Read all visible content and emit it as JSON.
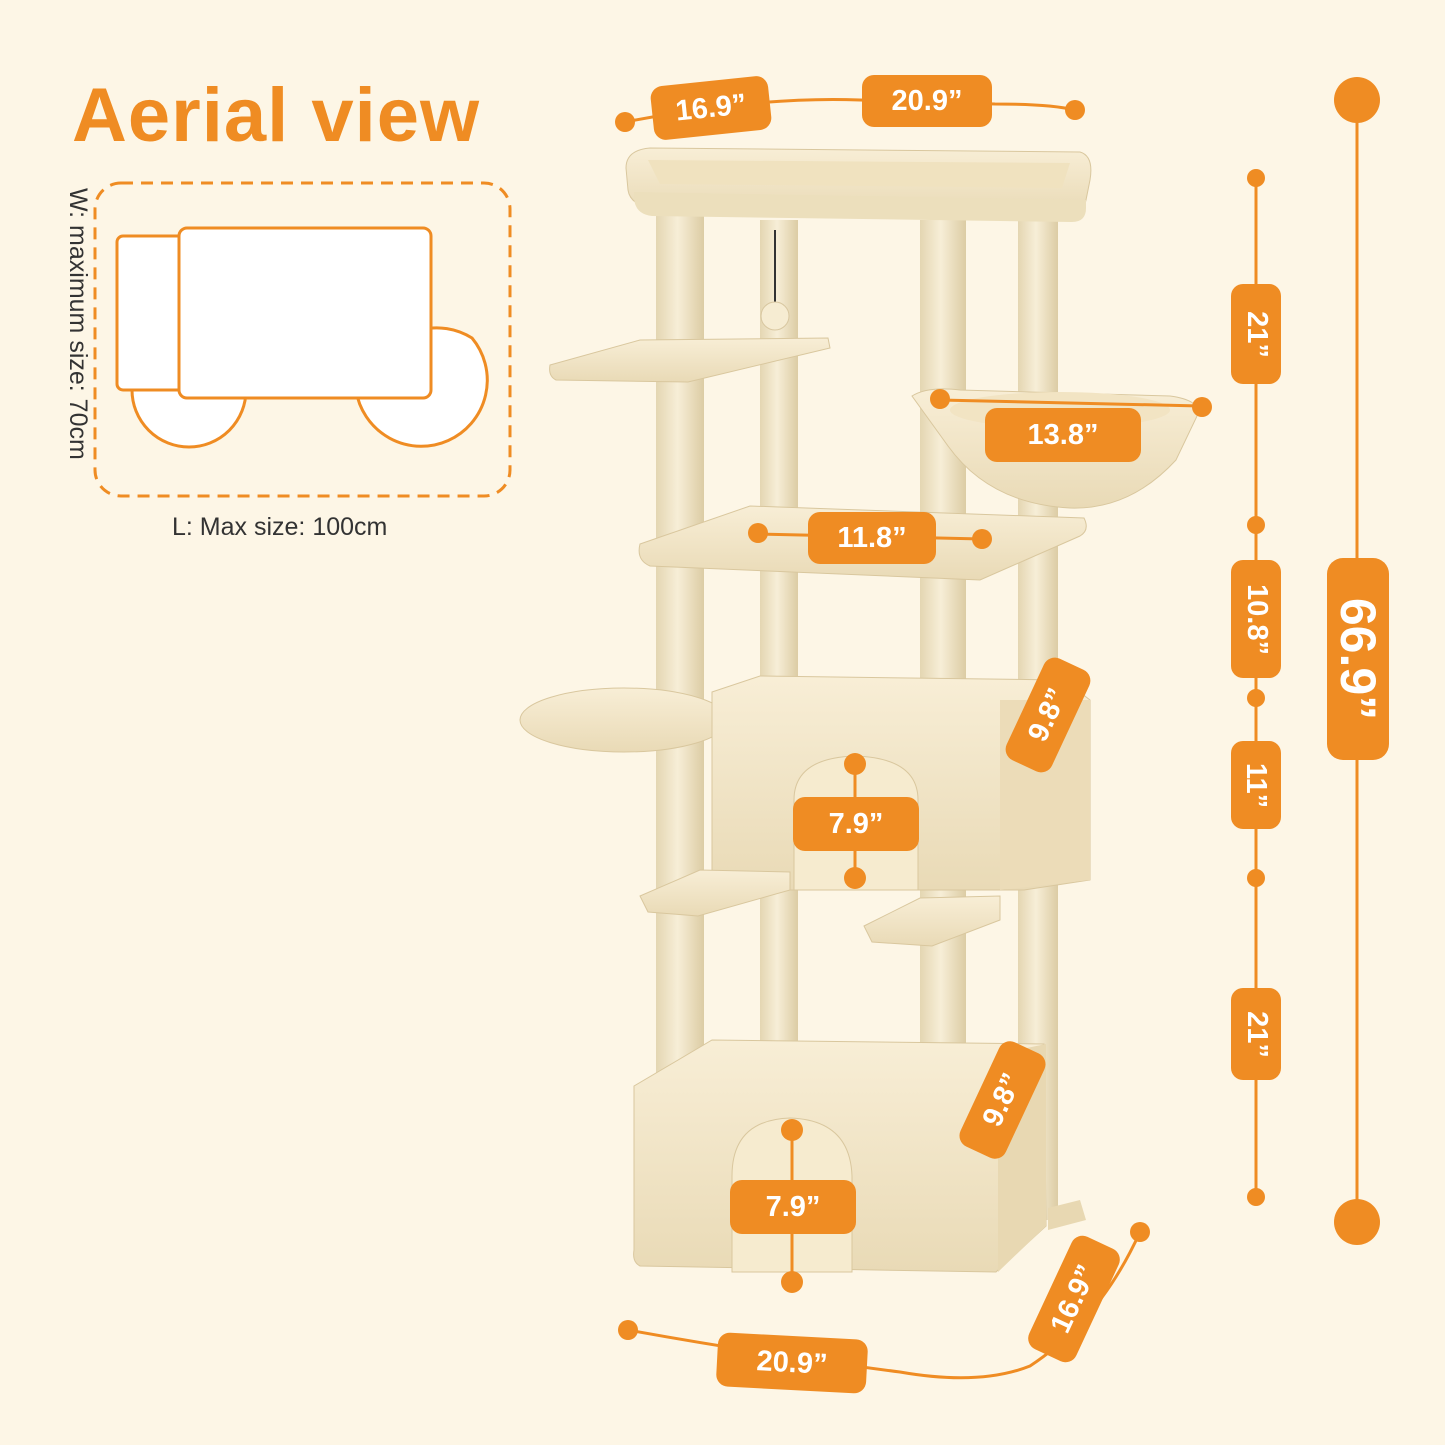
{
  "heading": "Aerial view",
  "aerial": {
    "length_label": "L: Max size: 100cm",
    "width_label": "W: maximum size: 70cm"
  },
  "dimensions": {
    "top_depth": "16.9”",
    "top_width": "20.9”",
    "hammock": "13.8”",
    "platform_hole": "11.8”",
    "condo_upper_depth": "9.8”",
    "condo_upper_door": "7.9”",
    "condo_lower_depth": "9.8”",
    "condo_lower_door": "7.9”",
    "base_width": "20.9”",
    "base_depth": "16.9”",
    "seg_top": "21”",
    "seg_mid": "10.8”",
    "seg_condo": "11”",
    "seg_bottom": "21”",
    "total_height": "66.9”"
  },
  "colors": {
    "accent": "#ef8c23",
    "background": "#fdf6e6",
    "plush": "#f4e8cc",
    "sisal": "#efe5cb"
  }
}
